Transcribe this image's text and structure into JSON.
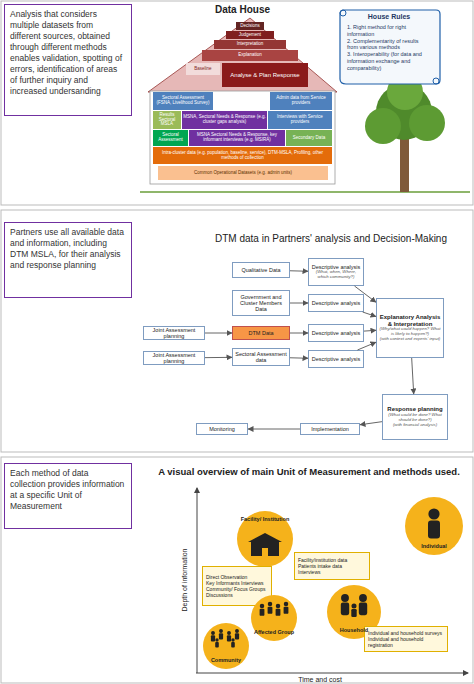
{
  "diagram": {
    "nodes": [
      {
        "text": [
          "Analysis that considers multiple datasets from different sources, obtained through different methods enables validation, spotting of errors, identification of areas of further inquiry and increased undersanding"
        ]
      },
      {
        "text": [
          "Data House"
        ]
      },
      {
        "text": [
          "Decisions"
        ],
        "in": 1
      },
      {
        "text": [
          "Judgement"
        ],
        "in": 1
      },
      {
        "text": [
          "Interpretation"
        ],
        "in": 1
      },
      {
        "text": [
          "Explanation"
        ],
        "in": 1
      },
      {
        "text": [
          "Baseline"
        ],
        "in": 1
      },
      {
        "text": [
          "Analyse & Plan Response"
        ],
        "in": 1
      },
      {
        "text": [
          "Sectoral Assessment (FSNA, Livelihood Survey)"
        ],
        "in": 1
      },
      {
        "text": [
          "Admin data from Service providers"
        ],
        "in": 1
      },
      {
        "text": [
          "Results Sectoral MSLA"
        ],
        "in": 1
      },
      {
        "text": [
          "MSNA, Sectoral Needs & Response (e.g. cluster gaps analysis)"
        ],
        "in": 1
      },
      {
        "text": [
          "Interviews with Service providers"
        ],
        "in": 1
      },
      {
        "text": [
          "Sectoral Assessment"
        ],
        "in": 1
      },
      {
        "text": [
          "MSNA Sectoral Needs & Response, key informant interviews (e.g. MSIRA)"
        ],
        "in": 1
      },
      {
        "text": [
          "Secondary Data"
        ],
        "in": 1
      },
      {
        "text": [
          "Intra-cluster data (e.g. population, baseline, service), DTM-MSLA, Profiling, other methods of collection"
        ],
        "in": 1
      },
      {
        "text": [
          "Common Operational Datasets (e.g. admin units)"
        ],
        "in": 1
      },
      {
        "text": [
          "House Rules",
          "1. Right method for right information",
          "2. Complementarity of results from various methods",
          "3. Interoperability (for data and information exchange and comparability)"
        ]
      },
      {
        "text": [
          "Partners use all available data and information, including DTM MSLA, for their analysis and response planning"
        ]
      },
      {
        "text": [
          "Qualitative Data"
        ]
      },
      {
        "text": [
          "Descriptive analysis",
          "(What, when, Where, which community?)"
        ]
      },
      {
        "text": [
          "Government and Cluster Members Data"
        ]
      },
      {
        "text": [
          "Descriptive analysis"
        ]
      },
      {
        "text": [
          "Joint Assessment planning"
        ]
      },
      {
        "text": [
          "DTM Data"
        ]
      },
      {
        "text": [
          "Descriptive analysis"
        ]
      },
      {
        "text": [
          "Joint Assessment planning"
        ]
      },
      {
        "text": [
          "Sectoral Assessment data"
        ]
      },
      {
        "text": [
          "Descriptive analysis"
        ]
      },
      {
        "text": [
          "Explanatory Analysis & Interpretation",
          "(Why/what could happen? What is likely to happen?)",
          "(with context and experts' input)"
        ]
      },
      {
        "text": [
          "Response planning",
          "(What could be done? What should be done?)",
          "(with financial analysis)"
        ]
      },
      {
        "text": [
          "Implementation"
        ]
      },
      {
        "text": [
          "Monitoring"
        ]
      },
      {
        "text": [
          "Each method of data collection provides information at a specific Unit of Measurement"
        ]
      },
      {
        "text": [
          "Facility/ Institution"
        ]
      },
      {
        "text": [
          "Facility/institution data",
          "Patients intake data",
          "Interviews"
        ]
      },
      {
        "text": [
          "Individual"
        ]
      },
      {
        "text": [
          "Direct Observation",
          "Key Informants Interviews",
          "Community/ Focus Groups Discussions"
        ]
      },
      {
        "text": [
          "Household"
        ]
      },
      {
        "text": [
          "Individual and household surveys",
          "Individual and household registration"
        ]
      },
      {
        "text": [
          "Affected Group"
        ]
      },
      {
        "text": [
          "Community"
        ]
      }
    ],
    "edges": [
      {
        "from": 20,
        "to": 21,
        "arrow": "to"
      },
      {
        "from": 22,
        "to": 23,
        "arrow": "to"
      },
      {
        "from": 24,
        "to": 25,
        "arrow": "to"
      },
      {
        "from": 25,
        "to": 26,
        "arrow": "to"
      },
      {
        "from": 27,
        "to": 28,
        "arrow": "to"
      },
      {
        "from": 28,
        "to": 29,
        "arrow": "to"
      },
      {
        "from": 21,
        "to": 30,
        "arrow": "to"
      },
      {
        "from": 23,
        "to": 30,
        "arrow": "to"
      },
      {
        "from": 26,
        "to": 30,
        "arrow": "to"
      },
      {
        "from": 29,
        "to": 30,
        "arrow": "to"
      },
      {
        "from": 30,
        "to": 31,
        "arrow": "to"
      },
      {
        "from": 31,
        "to": 32,
        "arrow": "to"
      },
      {
        "from": 32,
        "to": 33,
        "arrow": "to"
      }
    ],
    "labels": [
      "DTM data in Partners' analysis and Decision-Making",
      "A visual overview of main Unit of Measurement and methods used.",
      "Depth of information",
      "Time and cost"
    ]
  }
}
